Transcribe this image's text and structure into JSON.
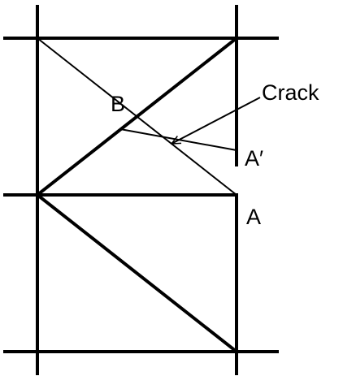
{
  "labels": {
    "point_b": "B",
    "point_a": "A",
    "point_a_prime": "A′",
    "crack": "Crack"
  },
  "colors": {
    "stroke": "#000000",
    "background": "#ffffff"
  },
  "icons": {
    "crack_pointer": "arrow-icon"
  }
}
